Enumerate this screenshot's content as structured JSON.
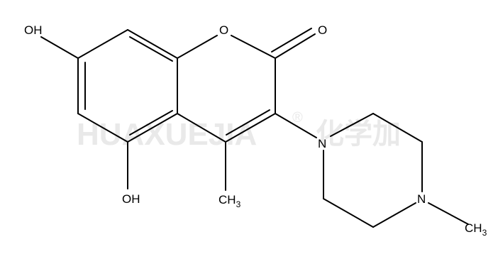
{
  "watermark": {
    "text": "HUAXUEJIA",
    "registered": "®",
    "cn": "化学加"
  },
  "atoms": {
    "oh_top": "OH",
    "o_ring": "O",
    "o_carbonyl": "O",
    "oh_bottom": "OH",
    "ch3_main": "CH",
    "ch3_main_sub": "3",
    "n1": "N",
    "n2": "N",
    "ch3_n": "CH",
    "ch3_n_sub": "3"
  }
}
